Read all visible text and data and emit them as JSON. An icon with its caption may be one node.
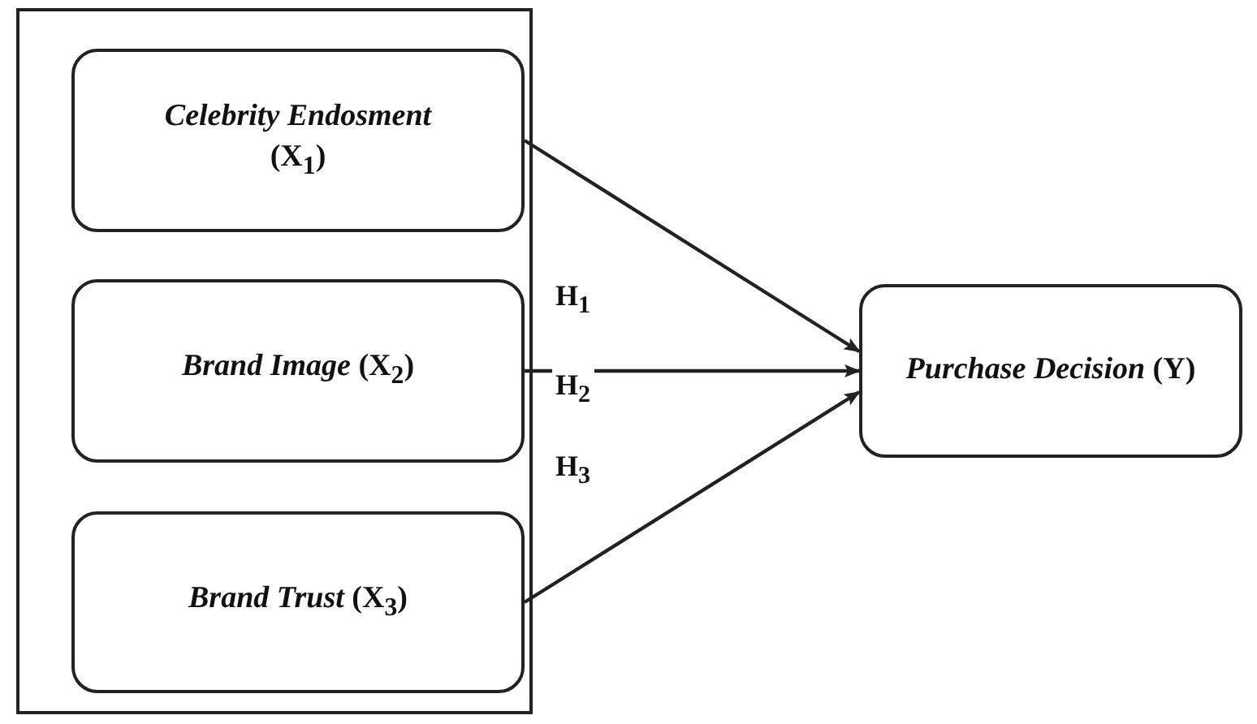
{
  "diagram": {
    "nodes": [
      {
        "text": [],
        "shape": "box"
      },
      {
        "text": [
          "*Celebrity Endosment* (X$_{1}$)"
        ],
        "in": 0
      },
      {
        "text": [
          "*Brand Image* (X$_{2}$)"
        ],
        "in": 0
      },
      {
        "text": [
          "*Brand Trust* (X$_{3}$)"
        ],
        "in": 0
      },
      {
        "text": [
          "*Purchase Decision* (Y)"
        ]
      }
    ],
    "edges": [
      {
        "from": 1,
        "to": 4,
        "arrow": "to",
        "label": "H$_{1}$"
      },
      {
        "from": 2,
        "to": 4,
        "arrow": "to",
        "label": "H$_{2}$"
      },
      {
        "from": 3,
        "to": 4,
        "arrow": "to",
        "label": "H$_{3}$"
      }
    ]
  }
}
